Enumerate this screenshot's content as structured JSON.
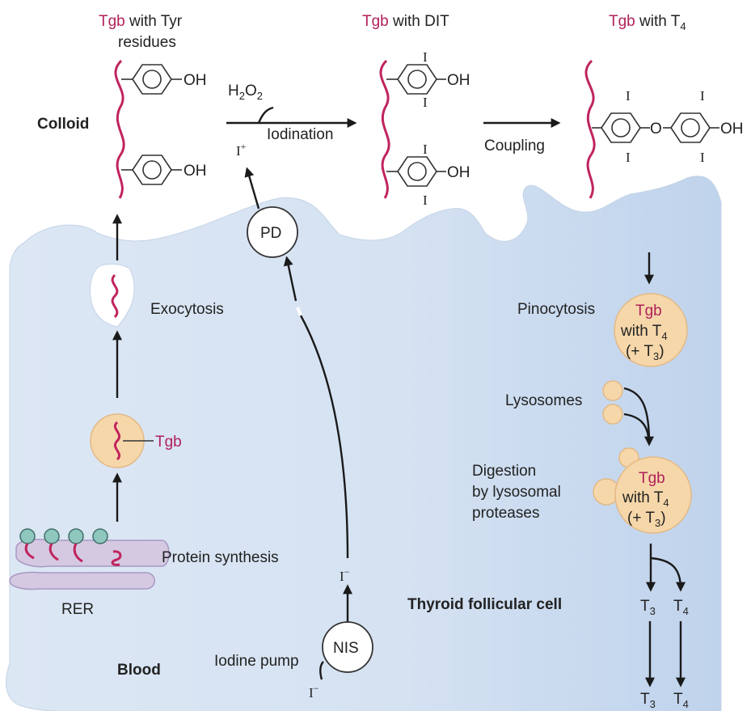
{
  "colors": {
    "tgb_accent": "#b0205a",
    "cell_fill": "#c9daee",
    "vesicle_fill": "#f6d7aa",
    "ribosome_fill": "#8fc7bf"
  },
  "top": {
    "tyr_tgb": "Tgb",
    "tyr_rest": " with Tyr",
    "tyr_line2": "residues",
    "dit_tgb": "Tgb",
    "dit_rest": " with DIT",
    "t4_tgb": "Tgb",
    "t4_rest": " with T",
    "t4_sub": "4",
    "colloid": "Colloid",
    "h2o2": "H",
    "h2o2_sub1": "2",
    "h2o2_o": "O",
    "h2o2_sub2": "2",
    "iodination": "Iodination",
    "i_plus": "I",
    "i_plus_sup": "+",
    "coupling": "Coupling"
  },
  "chem": {
    "oh": "OH",
    "iodine": "I",
    "oxygen": "O"
  },
  "left": {
    "exocytosis": "Exocytosis",
    "tgb_vesicle": "Tgb",
    "protein_synthesis": "Protein synthesis",
    "rer": "RER"
  },
  "middle": {
    "pd": "PD",
    "nis": "NIS",
    "iodine_pump": "Iodine pump",
    "i_minus": "I",
    "i_minus_sup": "−",
    "thyroid_cell": "Thyroid follicular cell",
    "blood": "Blood"
  },
  "right": {
    "pinocytosis": "Pinocytosis",
    "v1_tgb": "Tgb",
    "v1_with": "with T",
    "v1_with_sub": "4",
    "v1_paren": "(+ T",
    "v1_paren_sub": "3",
    "v1_close": ")",
    "lysosomes": "Lysosomes",
    "digestion1": "Digestion",
    "digestion2": "by lysosomal",
    "digestion3": "proteases",
    "v2_tgb": "Tgb",
    "v2_with": "with T",
    "v2_with_sub": "4",
    "v2_paren": "(+ T",
    "v2_paren_sub": "3",
    "v2_close": ")",
    "t_letter": "T",
    "t3_sub": "3",
    "t4_sub": "4"
  }
}
